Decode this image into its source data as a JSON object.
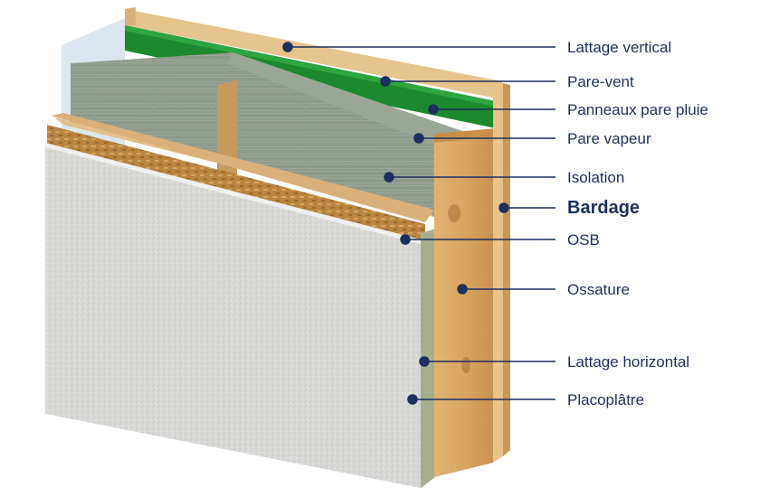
{
  "labels": [
    {
      "key": "lattage-vertical",
      "text": "Lattage vertical"
    },
    {
      "key": "pare-vent",
      "text": "Pare-vent"
    },
    {
      "key": "panneaux-pare-pluie",
      "text": "Panneaux pare pluie"
    },
    {
      "key": "pare-vapeur",
      "text": "Pare vapeur"
    },
    {
      "key": "isolation",
      "text": "Isolation"
    },
    {
      "key": "bardage",
      "text": "Bardage"
    },
    {
      "key": "osb",
      "text": "OSB"
    },
    {
      "key": "ossature",
      "text": "Ossature"
    },
    {
      "key": "lattage-horizontal",
      "text": "Lattage horizontal"
    },
    {
      "key": "placoplatre",
      "text": "Placoplâtre"
    }
  ],
  "colors": {
    "leader": "#1d2f5e",
    "membrane_green": "#1c8a2c",
    "wood": "#dba868",
    "insulation": "#8f9b8c",
    "osb": "#b07e3a",
    "plaster": "#d6d6d4"
  }
}
